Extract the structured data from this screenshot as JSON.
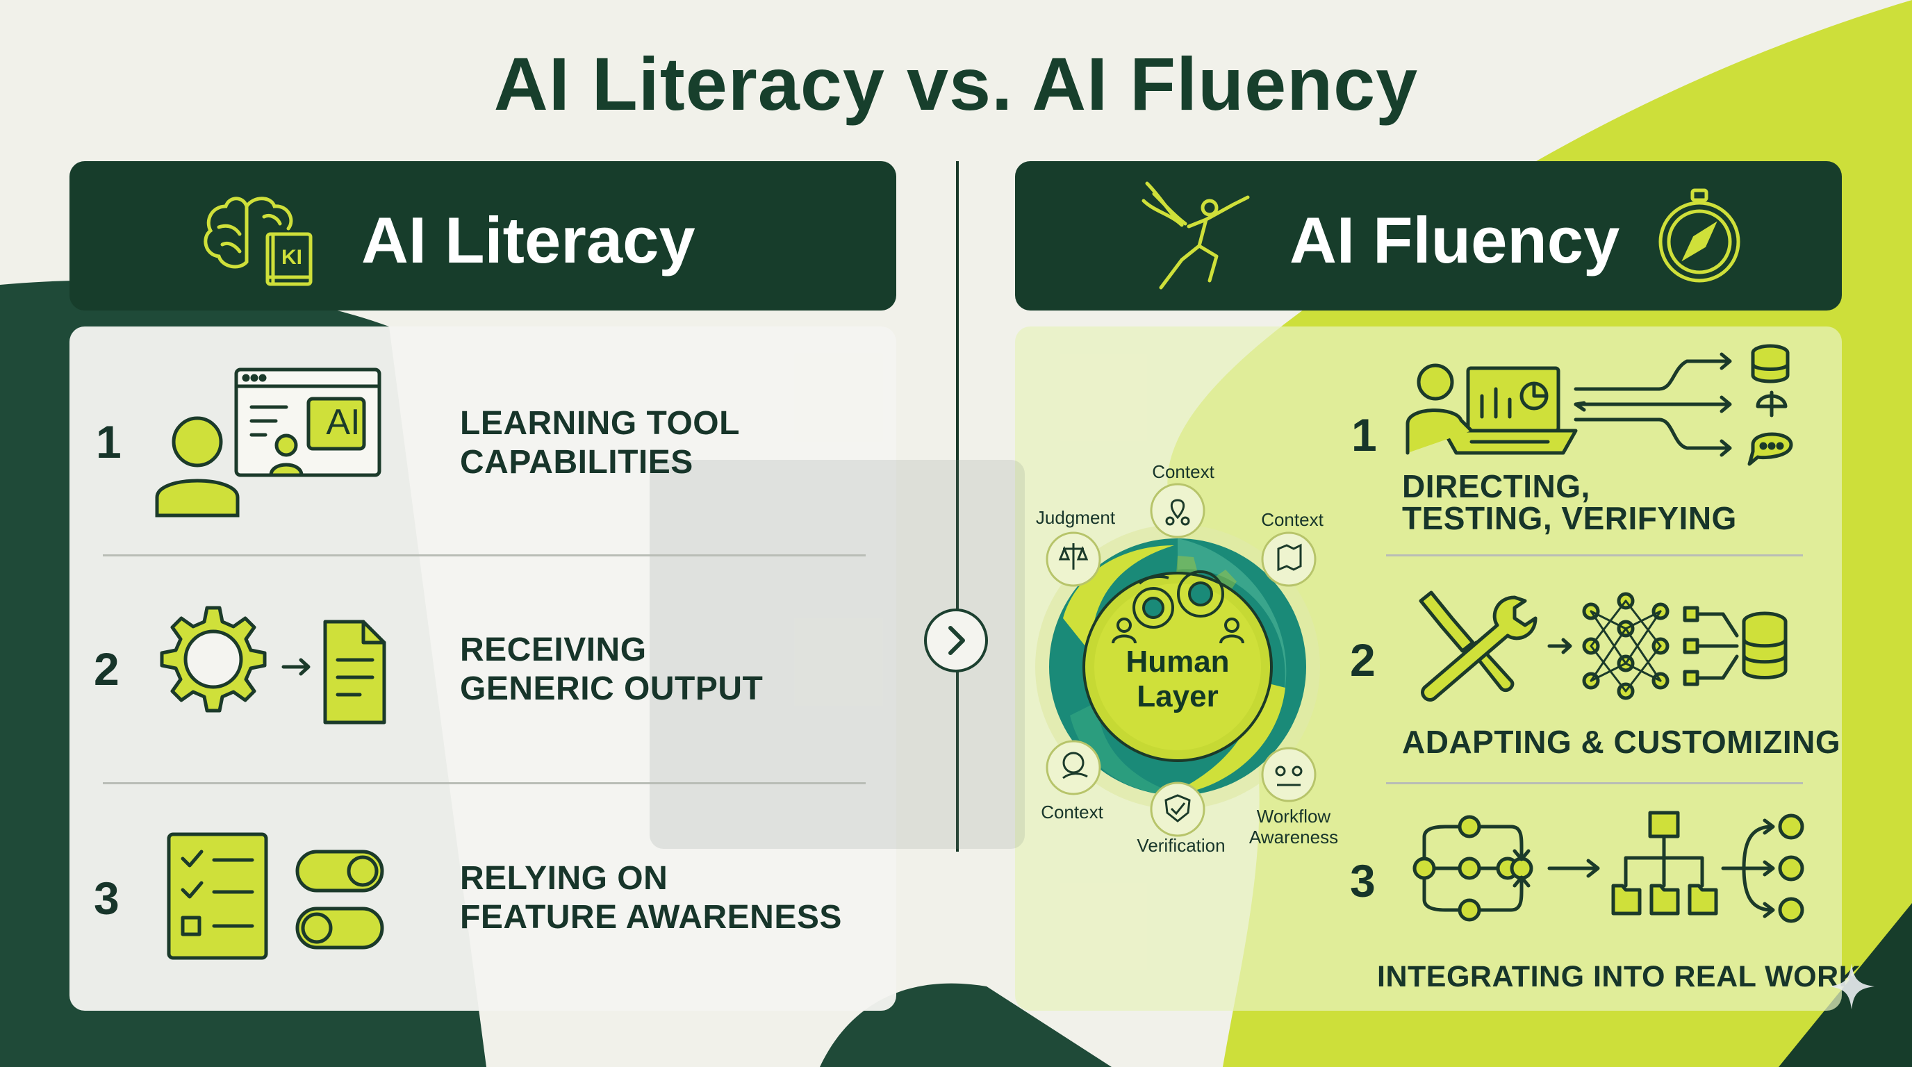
{
  "title": "AI Literacy vs. AI Fluency",
  "left": {
    "header": "AI Literacy",
    "book_badge": "KI",
    "screen_badge": "AI",
    "items": [
      {
        "num": "1",
        "line1": "LEARNING TOOL",
        "line2": "CAPABILITIES"
      },
      {
        "num": "2",
        "line1": "RECEIVING",
        "line2": "GENERIC OUTPUT"
      },
      {
        "num": "3",
        "line1": "RELYING ON",
        "line2": "FEATURE AWARENESS"
      }
    ]
  },
  "right": {
    "header": "AI Fluency",
    "hub": {
      "line1": "Human",
      "line2": "Layer",
      "labels": {
        "top": "Context",
        "top_left": "Judgment",
        "top_right": "Context",
        "bottom_left": "Context",
        "bottom": "Verification",
        "bottom_right_1": "Workflow",
        "bottom_right_2": "Awareness"
      }
    },
    "items": [
      {
        "num": "1",
        "line1": "DIRECTING,",
        "line2": "TESTING, VERIFYING"
      },
      {
        "num": "2",
        "line1": "ADAPTING & CUSTOMIZING",
        "line2": ""
      },
      {
        "num": "3",
        "line1": "INTEGRATING INTO REAL WORK",
        "line2": ""
      }
    ]
  },
  "colors": {
    "dark_green": "#173d2b",
    "lime": "#cfe03a",
    "teal": "#1f8f7a",
    "light_bg": "#f1f1ea"
  },
  "icons": {
    "left_header": "brain-book-icon",
    "right_header_left": "winged-figure-icon",
    "right_header_right": "compass-icon",
    "transition": "chevron-right-icon"
  }
}
